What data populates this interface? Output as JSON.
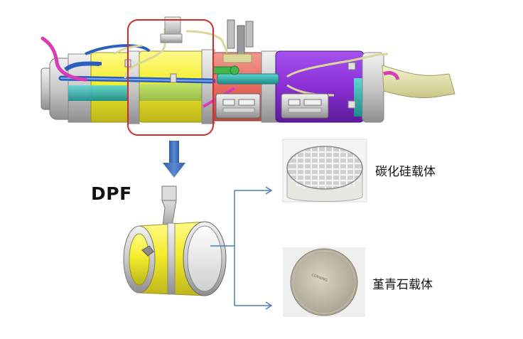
{
  "diagram": {
    "component_label": "DPF",
    "substrate_options": [
      {
        "label": "碳化硅载体"
      },
      {
        "label": "堇青石载体"
      }
    ],
    "colors": {
      "highlight_box": "#d62a2a",
      "arrow": "#3f6fb6",
      "connector": "#4a7bbd",
      "dpf_body": "#f0ea2a",
      "oxidation_section": "#e86a5e",
      "scr_section": "#8a2fd6",
      "teal_bands": "#2fb3b0",
      "pipe": "#2a5fc0",
      "exhaust_pipe": "#e6e4a8"
    },
    "substrate_text": "CORNING"
  }
}
